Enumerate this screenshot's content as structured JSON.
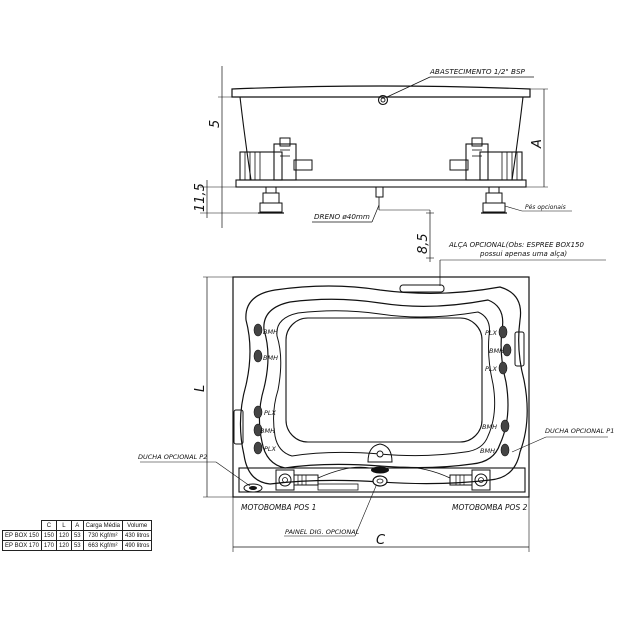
{
  "side_view": {
    "label_supply": "ABASTECIMENTO 1/2\" BSP",
    "label_drain": "DRENO ø40mm",
    "label_feet": "Pés opcionais",
    "dim_5": "5",
    "dim_11_5": "11,5",
    "dim_8_5": "8,5",
    "dim_A": "A"
  },
  "plan_view": {
    "label_handle_line1": "ALÇA OPCIONAL(Obs: ESPREE BOX150",
    "label_handle_line2": "possui apenas uma alça)",
    "label_shower_p2": "DUCHA OPCIONAL P2",
    "label_shower_p1": "DUCHA OPCIONAL P1",
    "label_pump_pos1": "MOTOBOMBA POS 1",
    "label_pump_pos2": "MOTOBOMBA POS 2",
    "label_panel": "PAINEL DIG. OPCIONAL",
    "dim_L": "L",
    "dim_C": "C",
    "jets_left": [
      "BMH",
      "BMH",
      "PLX",
      "BMH",
      "PLX"
    ],
    "jets_right": [
      "PLX",
      "BMH",
      "PLX",
      "BMH",
      "BMH"
    ]
  },
  "spec_table": {
    "headers": [
      "",
      "C",
      "L",
      "A",
      "Carga Média",
      "Volume"
    ],
    "rows": [
      [
        "EP BOX 150",
        "150",
        "120",
        "53",
        "730 Kgf/m²",
        "430 litros"
      ],
      [
        "EP BOX 170",
        "170",
        "120",
        "53",
        "663 Kgf/m²",
        "490 litros"
      ]
    ]
  }
}
